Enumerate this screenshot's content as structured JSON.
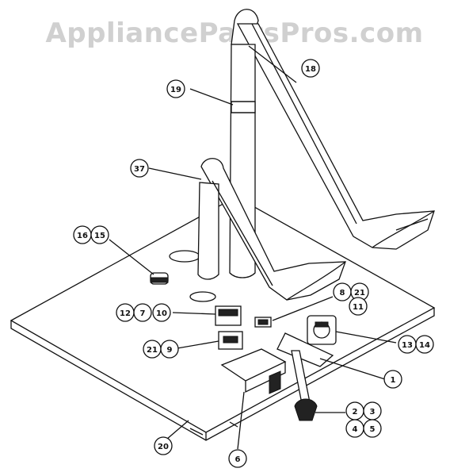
{
  "watermark": "AppliancePartsPros.com",
  "callouts": [
    {
      "id": "c18",
      "label": "18"
    },
    {
      "id": "c19",
      "label": "19"
    },
    {
      "id": "c37",
      "label": "37"
    },
    {
      "id": "c16",
      "label": "16"
    },
    {
      "id": "c15",
      "label": "15"
    },
    {
      "id": "c8a",
      "label": "8"
    },
    {
      "id": "c21a",
      "label": "21"
    },
    {
      "id": "c11",
      "label": "11"
    },
    {
      "id": "c12",
      "label": "12"
    },
    {
      "id": "c7",
      "label": "7"
    },
    {
      "id": "c10",
      "label": "10"
    },
    {
      "id": "c21b",
      "label": "21"
    },
    {
      "id": "c9",
      "label": "9"
    },
    {
      "id": "c13",
      "label": "13"
    },
    {
      "id": "c14",
      "label": "14"
    },
    {
      "id": "c1",
      "label": "1"
    },
    {
      "id": "c2",
      "label": "2"
    },
    {
      "id": "c3",
      "label": "3"
    },
    {
      "id": "c4",
      "label": "4"
    },
    {
      "id": "c5",
      "label": "5"
    },
    {
      "id": "c20",
      "label": "20"
    },
    {
      "id": "c6",
      "label": "6"
    }
  ]
}
